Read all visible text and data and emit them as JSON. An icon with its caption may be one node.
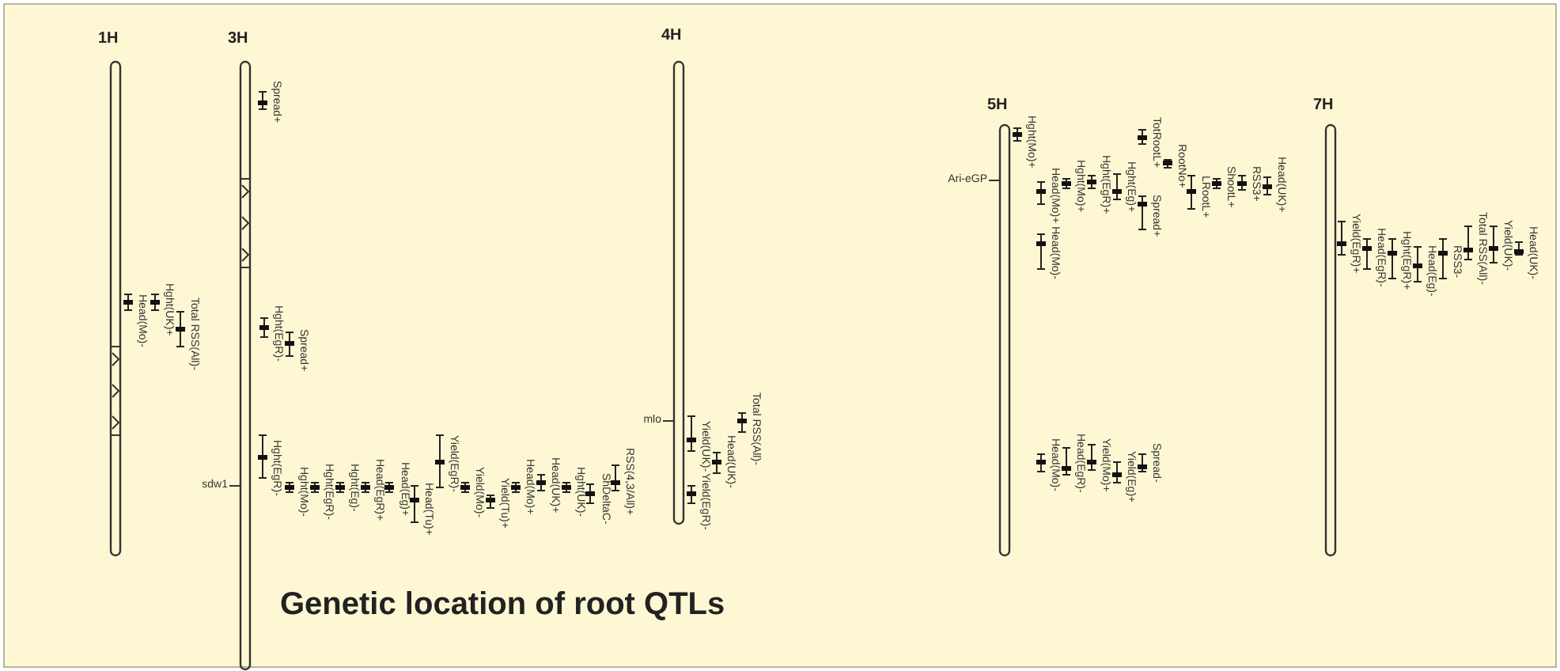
{
  "diagram": {
    "title": "Genetic location of root QTLs",
    "nodes": [
      {
        "text": [
          "1H"
        ]
      },
      {
        "text": [
          "3H"
        ]
      },
      {
        "text": [
          "4H"
        ]
      },
      {
        "text": [
          "5H"
        ]
      },
      {
        "text": [
          "7H"
        ]
      },
      {
        "text": [
          "sdw1"
        ]
      },
      {
        "text": [
          "mlo"
        ]
      },
      {
        "text": [
          "Ari-eGP"
        ]
      }
    ],
    "edges": [
      {
        "from": 5,
        "to": 1,
        "arrow": "none"
      },
      {
        "from": 6,
        "to": 2,
        "arrow": "none"
      },
      {
        "from": 7,
        "to": 3,
        "arrow": "none"
      }
    ],
    "labels": [
      "Head(Mo)-",
      "Hght(UK)+",
      "Total RSS(All)-",
      "Spread+",
      "Hght(EgR)-",
      "Spread+",
      "Hght(EgR)-",
      "Hght(Mo)-",
      "Hght(EgR)-",
      "Hght(Eg)-",
      "Head(EgR)+",
      "Head(Eg)+",
      "Head(Tu)+",
      "Yield(EgR)-",
      "Yield(Mo)-",
      "Yield(Tu)+",
      "Head(Mo)+",
      "Head(UK)+",
      "Hght(UK)-",
      "ShDeltaC-",
      "RSS(4,3/All)+",
      "Yield(UK)-",
      "Head(UK)-",
      "Total RSS(All)-",
      "Yield(EgR)-",
      "Hght(Mo)+",
      "Head(Mo)+",
      "Hght(Mo)+",
      "Hght(EgR)+",
      "Hght(Eg)+",
      "TotRootL+",
      "RootNo+",
      "Spread+",
      "LRootL+",
      "ShootL+",
      "RSS3+",
      "Head(UK)+",
      "Head(Mo)-",
      "Head(Mo)-",
      "Head(EgR)-",
      "Yield(Mo)+",
      "Yield(Eg)+",
      "Spread-",
      "Yield(EgR)+",
      "Head(EgR)-",
      "Hght(EgR)+",
      "Head(Eg)-",
      "RSS3-",
      "Total RSS(All)-",
      "Yield(UK)-",
      "Head(UK)-"
    ]
  }
}
